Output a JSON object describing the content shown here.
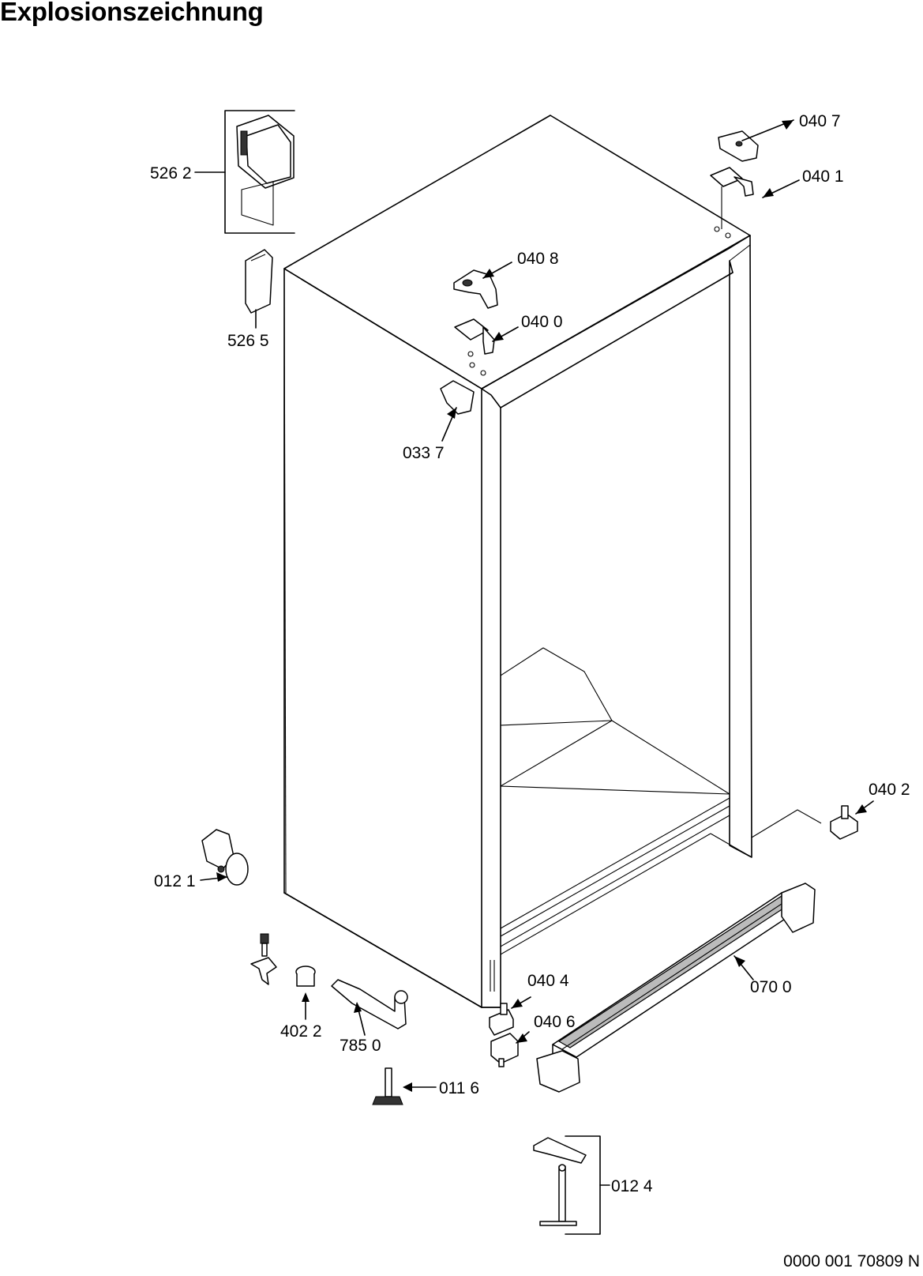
{
  "title": "Explosionszeichnung",
  "doc_number": "0000 001 70809 N",
  "parts": [
    {
      "id": "p5262",
      "label": "526 2"
    },
    {
      "id": "p5265",
      "label": "526 5"
    },
    {
      "id": "p0407",
      "label": "040 7"
    },
    {
      "id": "p0401",
      "label": "040 1"
    },
    {
      "id": "p0408",
      "label": "040 8"
    },
    {
      "id": "p0400",
      "label": "040 0"
    },
    {
      "id": "p0337",
      "label": "033 7"
    },
    {
      "id": "p0402",
      "label": "040 2"
    },
    {
      "id": "p0121",
      "label": "012 1"
    },
    {
      "id": "p0700",
      "label": "070 0"
    },
    {
      "id": "p0404",
      "label": "040 4"
    },
    {
      "id": "p0406",
      "label": "040 6"
    },
    {
      "id": "p4022",
      "label": "402 2"
    },
    {
      "id": "p7850",
      "label": "785 0"
    },
    {
      "id": "p0116",
      "label": "011 6"
    },
    {
      "id": "p0124",
      "label": "012 4"
    }
  ]
}
